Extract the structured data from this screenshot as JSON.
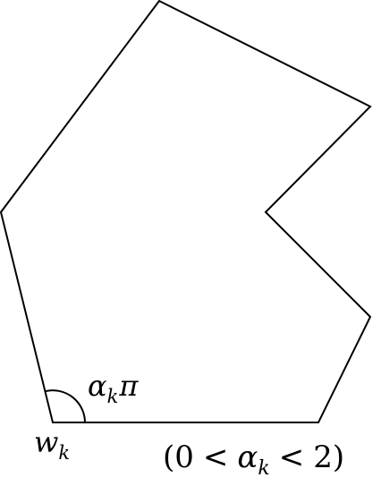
{
  "diagram": {
    "stroke_color": "#000000",
    "background_color": "#ffffff",
    "angle_label": {
      "symbol": "α",
      "subscript": "k",
      "factor": "π"
    },
    "vertex_label": {
      "symbol": "w",
      "subscript": "k"
    },
    "condition": {
      "open_paren": "(",
      "lower": "0",
      "lt1": "<",
      "symbol": "α",
      "subscript": "k",
      "lt2": "<",
      "upper": "2",
      "close_paren": ")"
    }
  }
}
